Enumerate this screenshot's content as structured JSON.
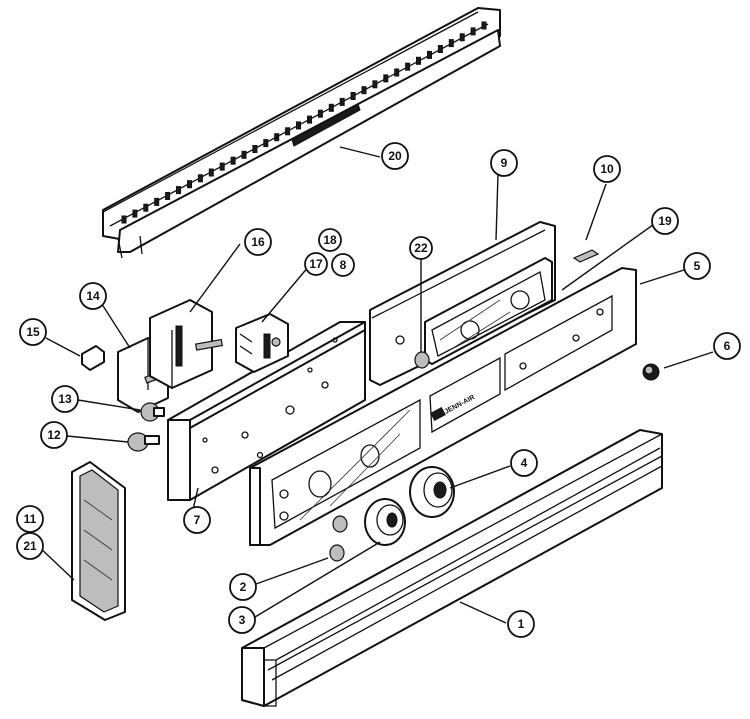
{
  "diagram": {
    "brand_label": "JENN-AIR",
    "callouts": [
      {
        "id": "c1",
        "label": "1"
      },
      {
        "id": "c2",
        "label": "2"
      },
      {
        "id": "c3",
        "label": "3"
      },
      {
        "id": "c4",
        "label": "4"
      },
      {
        "id": "c5",
        "label": "5"
      },
      {
        "id": "c6",
        "label": "6"
      },
      {
        "id": "c7",
        "label": "7"
      },
      {
        "id": "c8",
        "label": "8"
      },
      {
        "id": "c9",
        "label": "9"
      },
      {
        "id": "c10",
        "label": "10"
      },
      {
        "id": "c11",
        "label": "11"
      },
      {
        "id": "c12",
        "label": "12"
      },
      {
        "id": "c13",
        "label": "13"
      },
      {
        "id": "c14",
        "label": "14"
      },
      {
        "id": "c15",
        "label": "15"
      },
      {
        "id": "c16",
        "label": "16"
      },
      {
        "id": "c17",
        "label": "17"
      },
      {
        "id": "c18",
        "label": "18"
      },
      {
        "id": "c19",
        "label": "19"
      },
      {
        "id": "c20",
        "label": "20"
      },
      {
        "id": "c21",
        "label": "21"
      },
      {
        "id": "c22",
        "label": "22"
      }
    ]
  }
}
